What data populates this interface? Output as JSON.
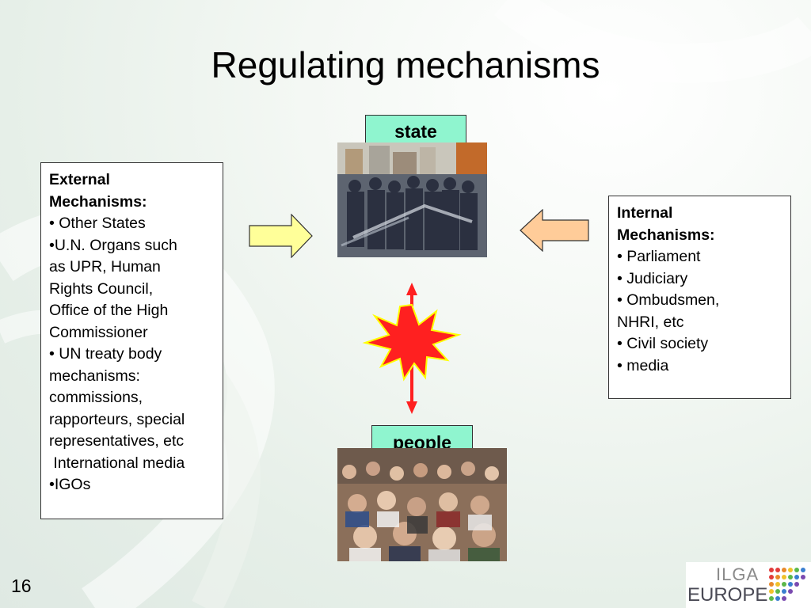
{
  "slide": {
    "title": "Regulating mechanisms",
    "number": "16"
  },
  "labels": {
    "state": "state",
    "people": "people"
  },
  "external": {
    "heading_line1": "External",
    "heading_line2": "Mechanisms:",
    "lines": [
      "• Other States",
      "•U.N. Organs such",
      "as UPR, Human",
      "Rights Council,",
      "Office of the High",
      "Commissioner",
      "• UN treaty body",
      "mechanisms:",
      "commissions,",
      "rapporteurs, special",
      "representatives, etc",
      " International media",
      "•IGOs"
    ]
  },
  "internal": {
    "heading_line1": "Internal",
    "heading_line2": "Mechanisms:",
    "lines": [
      "• Parliament",
      "• Judiciary",
      "• Ombudsmen,",
      "NHRI, etc",
      "• Civil society",
      "• media"
    ]
  },
  "logo": {
    "line1": "ILGA",
    "line2": "EUROPE"
  },
  "colors": {
    "label_fill": "#8ff5cf",
    "arrow_right_fill": "#ffff99",
    "arrow_left_fill": "#ffcc99",
    "burst_fill": "#ff2020",
    "burst_stroke": "#ffff00"
  }
}
